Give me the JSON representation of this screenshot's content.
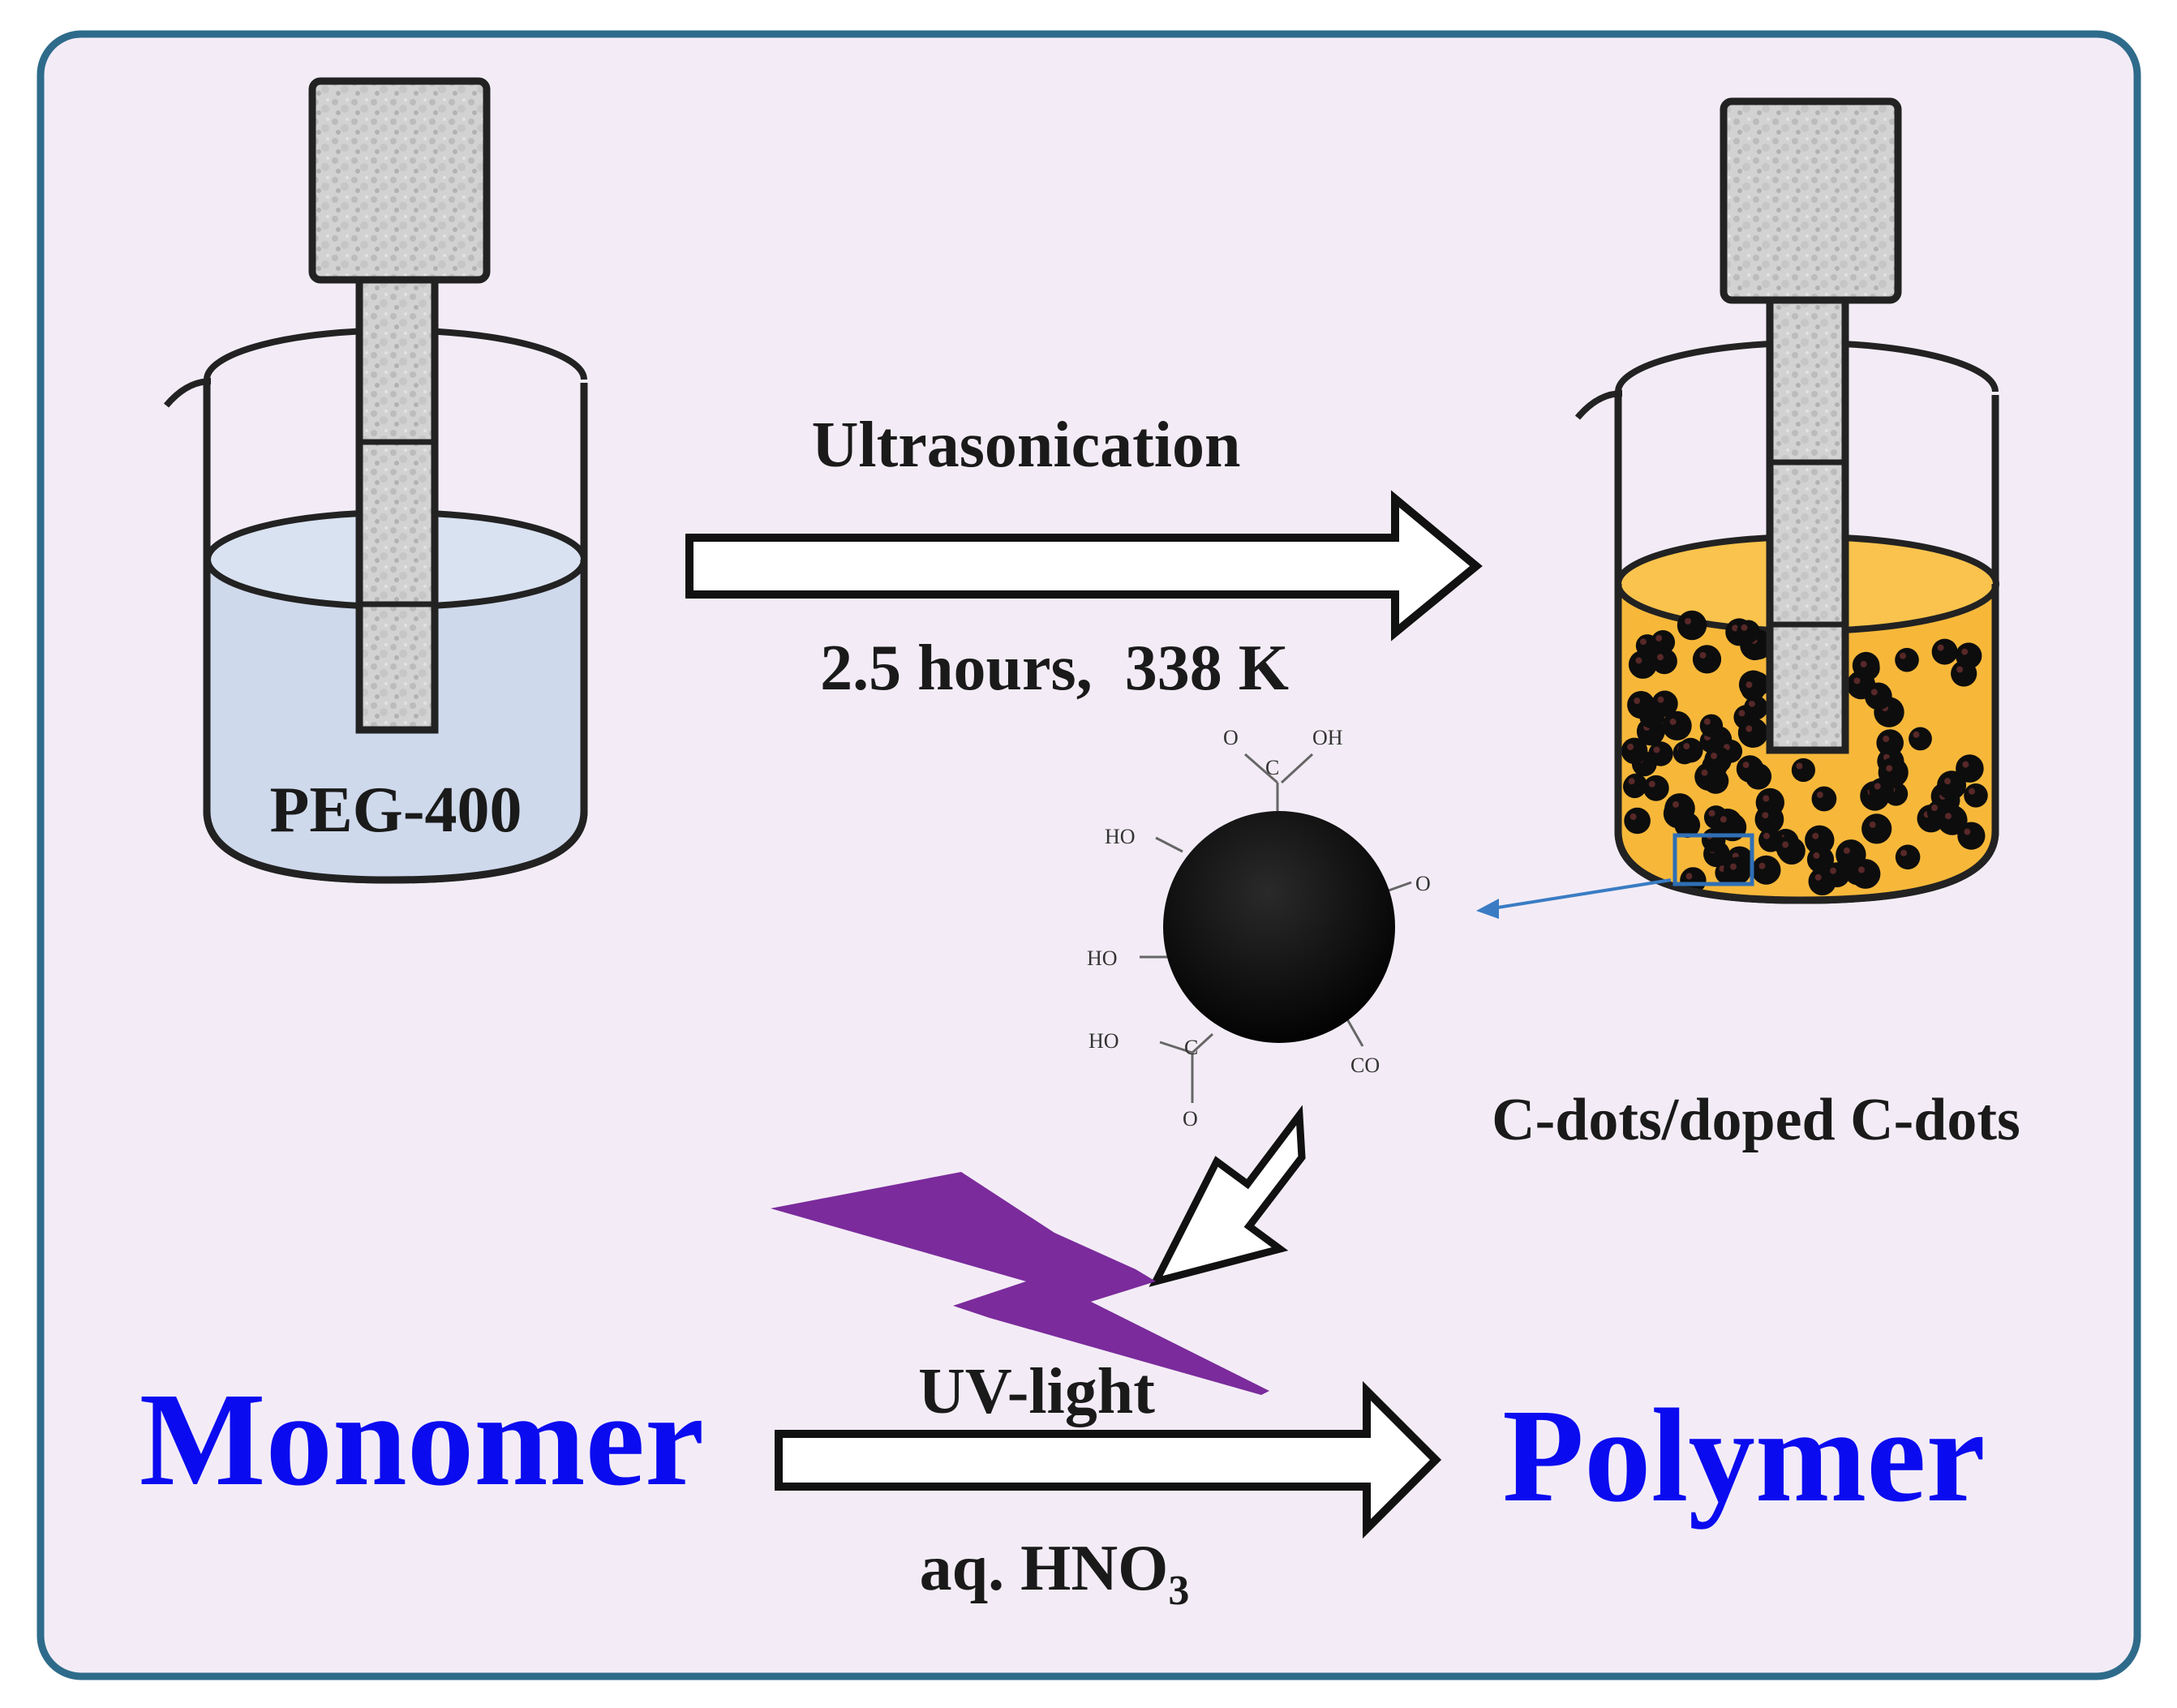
{
  "labels": {
    "ultrasonication": "Ultrasonication",
    "conditions": "2.5 hours,  338 K",
    "peg": "PEG-400",
    "cdots": "C-dots/doped C-dots",
    "uv": "UV-light",
    "acid_prefix": "aq. HNO",
    "acid_subscript": "3",
    "monomer": "Monomer",
    "polymer": "Polymer"
  },
  "functional_groups": {
    "top_o": "O",
    "top_oh": "OH",
    "top_c": "C",
    "left_ho_upper": "HO",
    "right_o": "O",
    "left_ho_lower": "HO",
    "bottom_ho": "HO",
    "bottom_c": "C",
    "bottom_o": "O",
    "right_co": "CO"
  },
  "colors": {
    "panel_bg": "#f3ecf6",
    "panel_border": "#2e6b8a",
    "peg_liquid": "#cfd9ec",
    "cdot_liquid": "#f7b83a",
    "lightning": "#7b2b9c",
    "product_text": "#0b0bf0",
    "zoom_box": "#2f6fb5"
  }
}
